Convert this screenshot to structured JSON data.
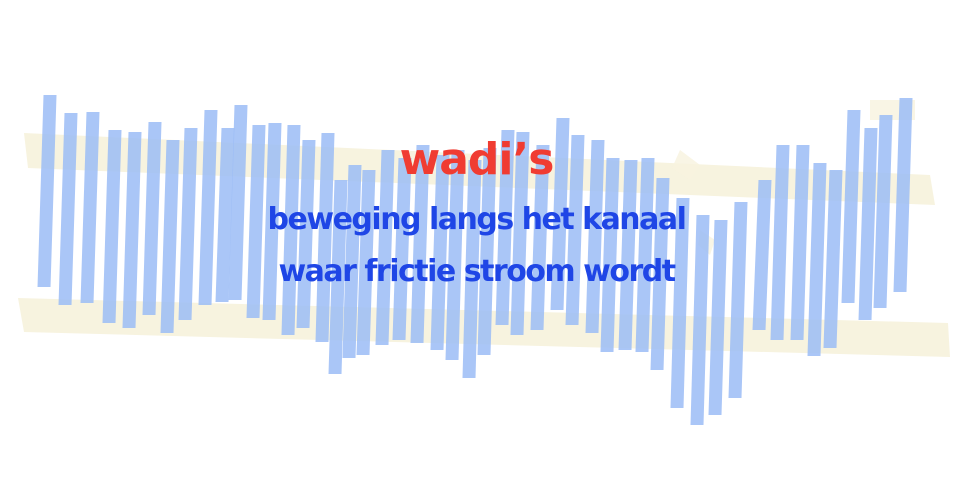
{
  "title": "wadi’s",
  "subtitle_lines": [
    "beweging langs het kanaal",
    "waar frictie stroom wordt"
  ],
  "colors": {
    "title": "#f03c32",
    "subtitle": "#1f46e6",
    "bars": "#9bbcf6",
    "bands": "#f7f3df",
    "background": "#ffffff"
  }
}
